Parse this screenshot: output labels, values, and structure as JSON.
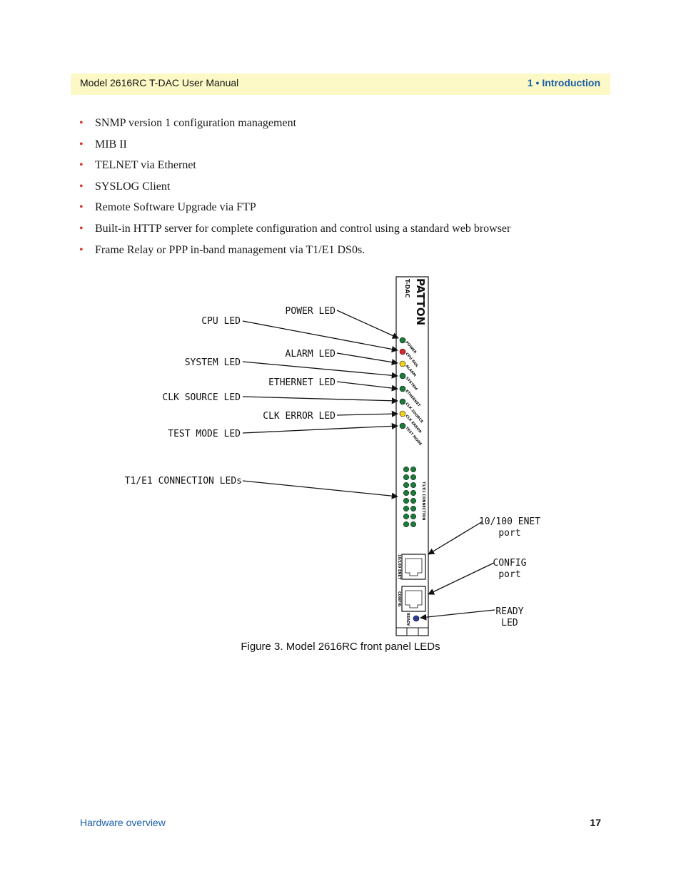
{
  "header": {
    "title": "Model 2616RC T-DAC User Manual",
    "chapter": "1 • Introduction"
  },
  "bullets": [
    "SNMP version 1 configuration management",
    "MIB II",
    "TELNET via Ethernet",
    "SYSLOG Client",
    "Remote Software Upgrade via FTP",
    "Built-in HTTP server for complete configuration and control using a standard web browser",
    "Frame Relay or PPP in-band management via T1/E1 DS0s."
  ],
  "figure": {
    "labels": {
      "power_led": "POWER LED",
      "cpu_led": "CPU LED",
      "alarm_led": "ALARM LED",
      "system_led": "SYSTEM LED",
      "ethernet_led": "ETHERNET LED",
      "clk_source_led": "CLK SOURCE LED",
      "clk_error_led": "CLK ERROR LED",
      "test_mode_led": "TEST MODE LED",
      "t1e1_leds": "T1/E1 CONNECTION LEDs",
      "enet_port_line1": "10/100 ENET",
      "enet_port_line2": "port",
      "config_port_line1": "CONFIG",
      "config_port_line2": "port",
      "ready_led_line1": "READY",
      "ready_led_line2": "LED"
    },
    "panel": {
      "brand": "PATTON",
      "model": "T-DAC",
      "led_texts": [
        "POWER",
        "CPU FAIL",
        "ALARM",
        "SYSTEM",
        "ETHERNET",
        "CLK SOURCE",
        "CLK ERROR",
        "TEST MODE"
      ],
      "connection_label": "T1/E1 CONNECTION",
      "enet_label": "10/100 ENET",
      "config_label": "CONFIG",
      "ready_label": "READY"
    },
    "colors": {
      "green_led": "#1a7a3a",
      "red_led": "#d8262a",
      "yellow_led": "#f2d21b",
      "blue_led": "#2a3c9a"
    },
    "caption": "Figure 3. Model 2616RC front panel LEDs"
  },
  "footer": {
    "section": "Hardware overview",
    "page": "17"
  }
}
